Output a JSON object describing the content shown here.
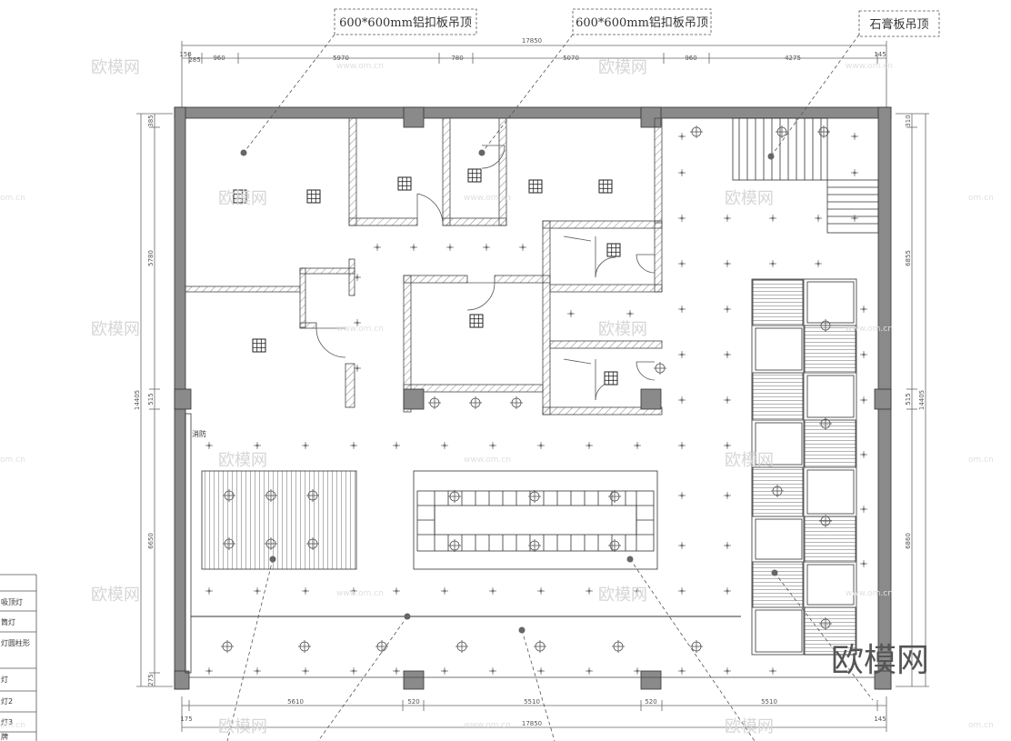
{
  "callouts": {
    "ceiling_a": "600*600mm铝扣板吊顶",
    "ceiling_b": "600*600mm铝扣板吊顶",
    "ceiling_c": "石膏板吊顶"
  },
  "dimensions": {
    "top_total": "17850",
    "top_segments": [
      "150",
      "285",
      "960",
      "5970",
      "780",
      "5070",
      "960",
      "4275",
      "145"
    ],
    "bottom_total": "17850",
    "bottom_segments": [
      "5610",
      "520",
      "5510",
      "520",
      "5510"
    ],
    "bottom_end_left": "175",
    "bottom_end_right": "145",
    "left_total": "14405",
    "left_segments": [
      "385",
      "5780",
      "515",
      "6650",
      "275"
    ],
    "right_total": "14405",
    "right_segments": [
      "310",
      "6855",
      "515",
      "6860"
    ]
  },
  "labels": {
    "fire_hydrant": "消防"
  },
  "legend": {
    "items": [
      "吸顶灯",
      "筒灯",
      "灯圆柱形",
      "灯",
      "灯2",
      "灯3",
      "牌"
    ]
  },
  "watermarks": {
    "brand_small": "欧模网",
    "url": "www.om.cn",
    "url_side": "om.cn",
    "brand_large": "欧模网"
  }
}
